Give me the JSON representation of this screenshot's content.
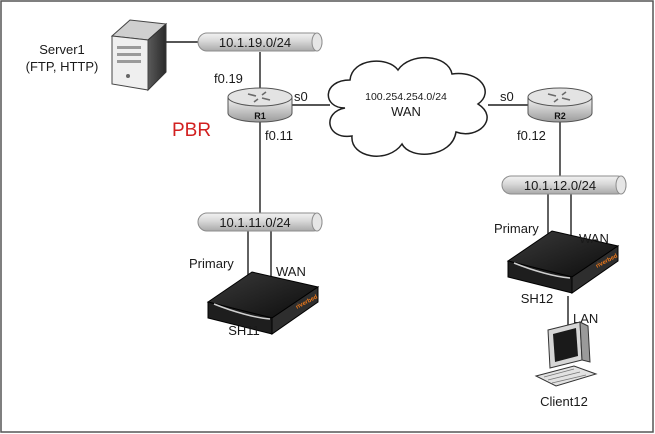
{
  "server": {
    "name": "Server1",
    "services": "(FTP, HTTP)"
  },
  "subnets": {
    "server_lan": "10.1.19.0/24",
    "sh11_lan": "10.1.11.0/24",
    "sh12_lan": "10.1.12.0/24"
  },
  "wan": {
    "subnet": "100.254.254.0/24",
    "label": "WAN"
  },
  "r1": {
    "name": "R1",
    "if_server": "f0.19",
    "if_wan": "s0",
    "if_lan": "f0.11",
    "policy": "PBR"
  },
  "r2": {
    "name": "R2",
    "if_wan": "s0",
    "if_lan": "f0.12"
  },
  "sh11": {
    "name": "SH11",
    "primary": "Primary",
    "wan": "WAN",
    "brand": "riverbed"
  },
  "sh12": {
    "name": "SH12",
    "primary": "Primary",
    "wan": "WAN",
    "lan": "LAN",
    "brand": "riverbed"
  },
  "client": {
    "name": "Client12"
  },
  "colors": {
    "policy_text": "#d22020",
    "border": "#555555"
  }
}
